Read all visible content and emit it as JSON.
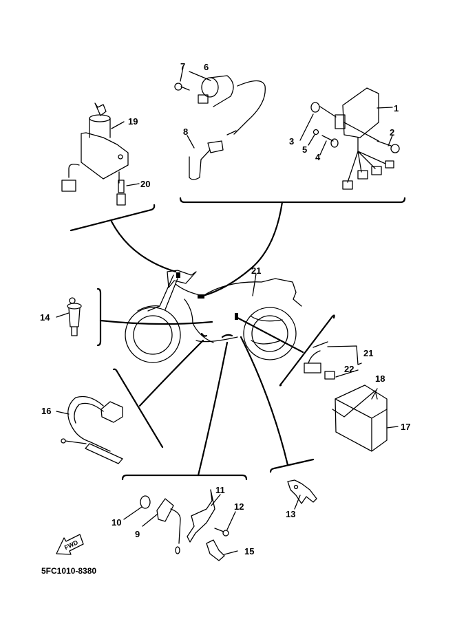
{
  "diagram": {
    "title_code": "5FC1010-8380",
    "direction_arrow_label": "FWD",
    "callouts": [
      {
        "id": "1",
        "part": "cdi-unit"
      },
      {
        "id": "2",
        "part": "bolt"
      },
      {
        "id": "3",
        "part": "bracket"
      },
      {
        "id": "4",
        "part": "bolt"
      },
      {
        "id": "5",
        "part": "washer"
      },
      {
        "id": "6",
        "part": "ignition-coil"
      },
      {
        "id": "7",
        "part": "bolt"
      },
      {
        "id": "8",
        "part": "spark-plug-cap"
      },
      {
        "id": "9",
        "part": "neutral-switch"
      },
      {
        "id": "10",
        "part": "o-ring"
      },
      {
        "id": "11",
        "part": "holder"
      },
      {
        "id": "12",
        "part": "screw"
      },
      {
        "id": "13",
        "part": "bracket"
      },
      {
        "id": "14",
        "part": "spark-plug"
      },
      {
        "id": "15",
        "part": "clamp"
      },
      {
        "id": "16",
        "part": "lead"
      },
      {
        "id": "17",
        "part": "battery"
      },
      {
        "id": "18",
        "part": "band"
      },
      {
        "id": "19",
        "part": "main-switch"
      },
      {
        "id": "20",
        "part": "bolt"
      },
      {
        "id": "21",
        "part": "wire-harness"
      },
      {
        "id": "21b",
        "part": "wire-harness"
      },
      {
        "id": "22",
        "part": "fuse"
      }
    ],
    "labels": {
      "l1": "1",
      "l2": "2",
      "l3": "3",
      "l4": "4",
      "l5": "5",
      "l6": "6",
      "l7": "7",
      "l8": "8",
      "l9": "9",
      "l10": "10",
      "l11": "11",
      "l12": "12",
      "l13": "13",
      "l14": "14",
      "l15": "15",
      "l16": "16",
      "l17": "17",
      "l18": "18",
      "l19": "19",
      "l20": "20",
      "l21a": "21",
      "l21b": "21",
      "l22": "22"
    }
  }
}
